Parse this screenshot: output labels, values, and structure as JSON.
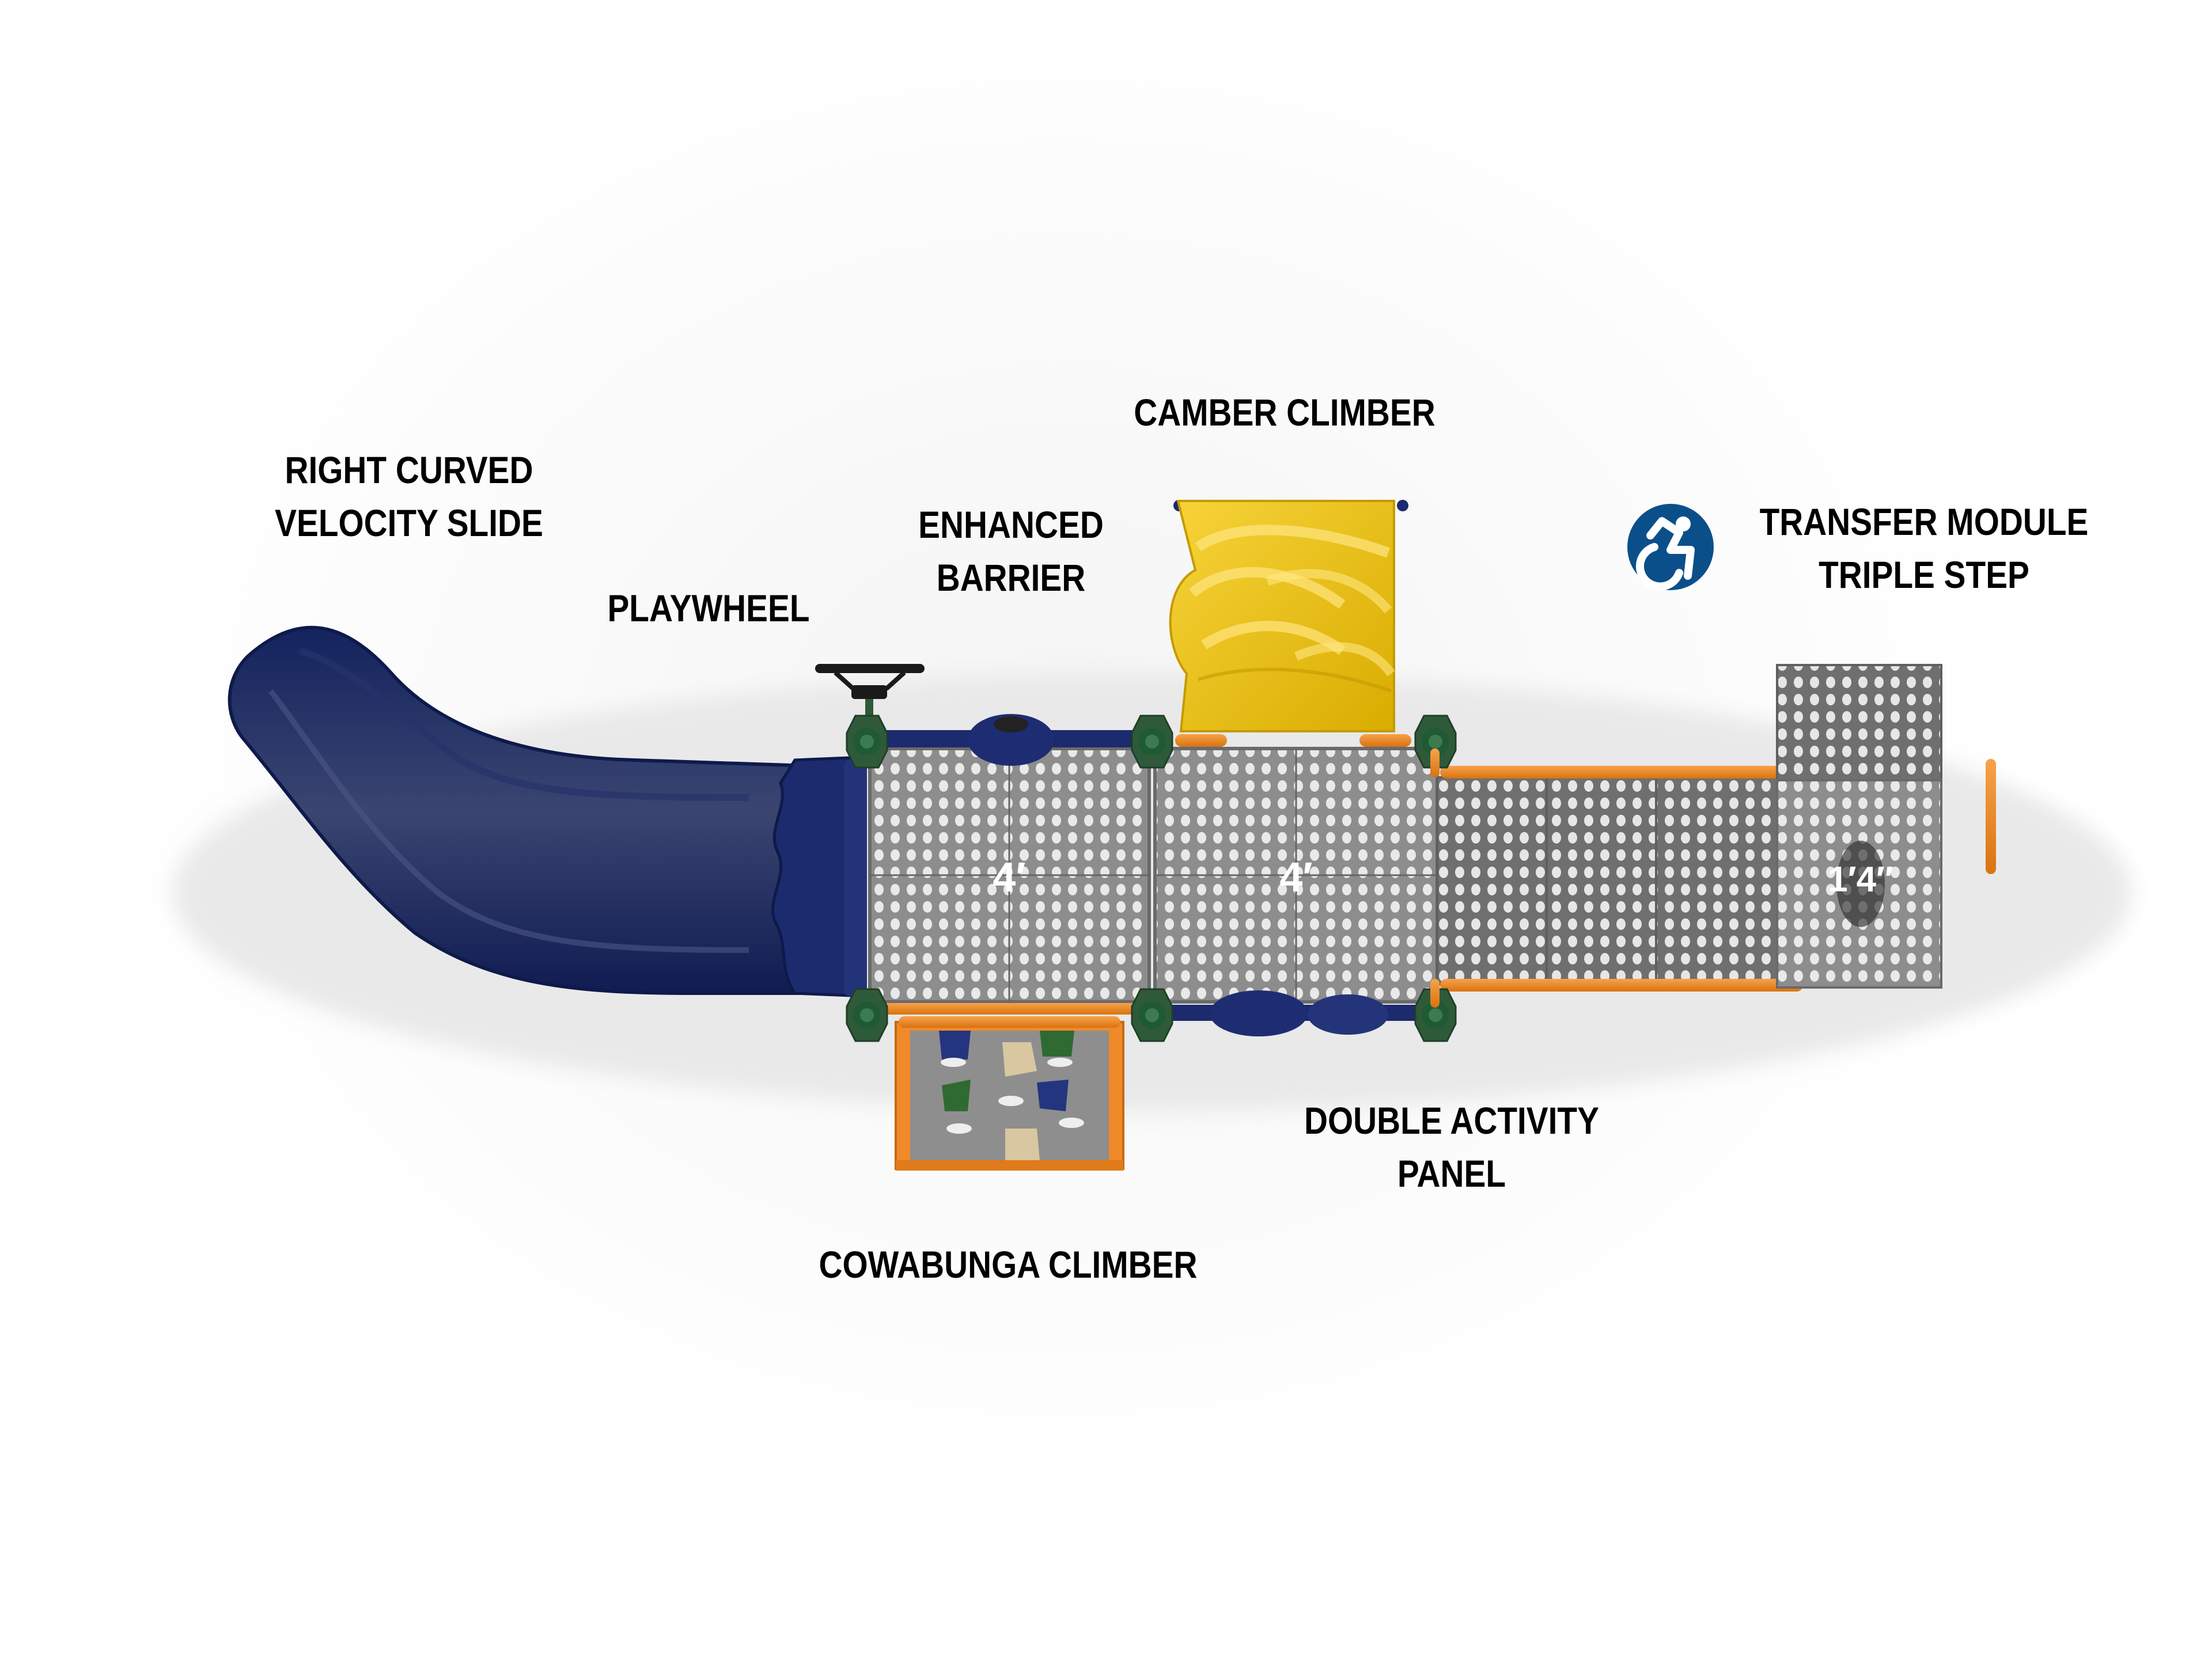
{
  "title_labels": {
    "slide": [
      "RIGHT CURVED",
      "VELOCITY SLIDE"
    ],
    "playwheel": [
      "PLAYWHEEL"
    ],
    "barrier": [
      "ENHANCED",
      "BARRIER"
    ],
    "camber": [
      "CAMBER CLIMBER"
    ],
    "transfer": [
      "TRANSFER MODULE",
      "TRIPLE STEP"
    ],
    "activity": [
      "DOUBLE ACTIVITY",
      "PANEL"
    ],
    "cowabunga": [
      "COWABUNGA CLIMBER"
    ]
  },
  "deck_heights": {
    "deck_1": "4′",
    "deck_2": "4′",
    "transfer_platform": "1′4″"
  },
  "icons": {
    "accessibility": "accessibility-wheelchair-icon"
  },
  "colors": {
    "slide_blue": "#1b2a6b",
    "climber_yellow": "#f2c81a",
    "rail_orange": "#f0892a",
    "post_green": "#2f5a3a",
    "deck_gray": "#8a8a8a",
    "access_blue": "#0b4f8a"
  }
}
